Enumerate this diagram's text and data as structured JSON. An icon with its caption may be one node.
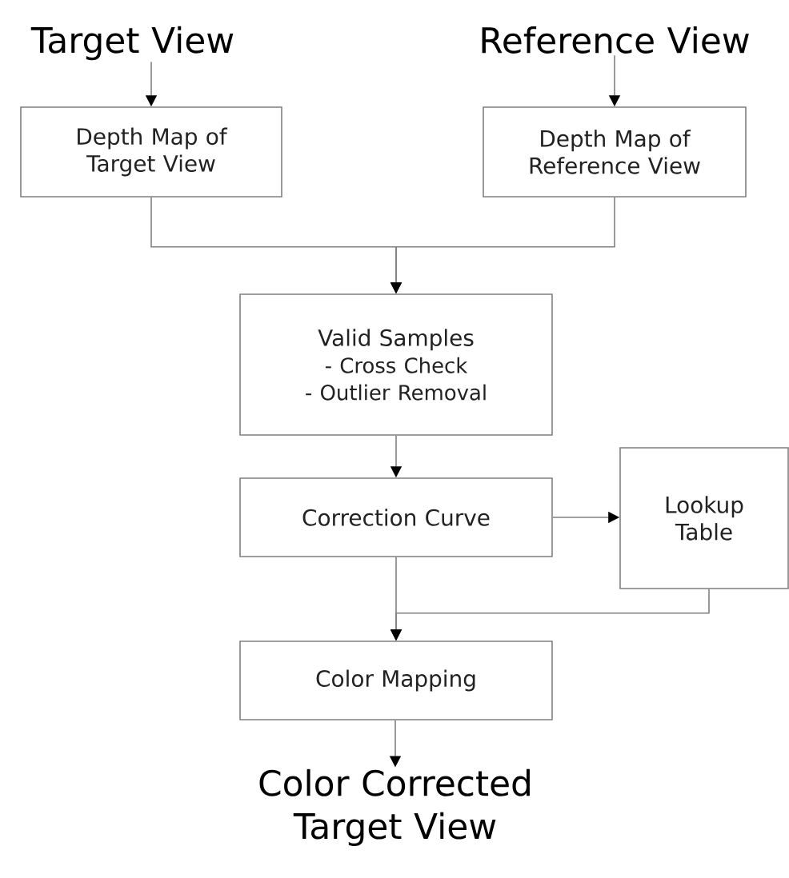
{
  "diagram": {
    "nodes": [
      {
        "text": [
          "Target View"
        ]
      },
      {
        "text": [
          "Reference View"
        ]
      },
      {
        "text": [
          "Depth Map of Target View"
        ]
      },
      {
        "text": [
          "Depth Map of Reference View"
        ]
      },
      {
        "text": [
          "Valid Samples",
          "- Cross Check",
          "- Outlier Removal"
        ]
      },
      {
        "text": [
          "Correction Curve"
        ]
      },
      {
        "text": [
          "Lookup Table"
        ]
      },
      {
        "text": [
          "Color Mapping"
        ]
      },
      {
        "text": [
          "Color Corrected Target View"
        ]
      }
    ],
    "edges": [
      {
        "from": 0,
        "to": 2,
        "arrow": "to"
      },
      {
        "from": 1,
        "to": 3,
        "arrow": "to"
      },
      {
        "from": 2,
        "to": 4,
        "arrow": "to"
      },
      {
        "from": 3,
        "to": 4,
        "arrow": "to"
      },
      {
        "from": 4,
        "to": 5,
        "arrow": "to"
      },
      {
        "from": 5,
        "to": 6,
        "arrow": "to"
      },
      {
        "from": 5,
        "to": 7,
        "arrow": "to"
      },
      {
        "from": 6,
        "to": 7,
        "arrow": "to"
      },
      {
        "from": 7,
        "to": 8,
        "arrow": "to"
      }
    ]
  }
}
